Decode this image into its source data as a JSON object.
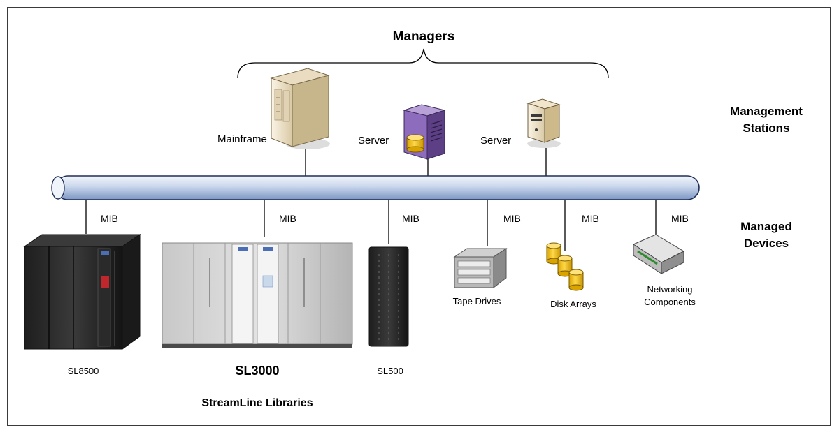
{
  "managers_label": "Managers",
  "management_stations_label": "Management\nStations",
  "managed_devices_label": "Managed\nDevices",
  "stations": [
    {
      "label": "Mainframe",
      "icon": "mainframe-icon"
    },
    {
      "label": "Server",
      "icon": "purple-server-icon"
    },
    {
      "label": "Server",
      "icon": "beige-server-icon"
    }
  ],
  "mib_label": "MIB",
  "devices": [
    {
      "label": "SL8500",
      "icon": "sl8500-library-icon"
    },
    {
      "label": "SL3000",
      "icon": "sl3000-library-icon"
    },
    {
      "label": "SL500",
      "icon": "sl500-library-icon"
    },
    {
      "label": "Tape Drives",
      "icon": "tape-drive-icon"
    },
    {
      "label": "Disk Arrays",
      "icon": "disk-array-icon"
    },
    {
      "label": "Networking\nComponents",
      "icon": "network-switch-icon"
    }
  ],
  "group_label": "StreamLine Libraries",
  "colors": {
    "bus_light": "#e8eef8",
    "bus_dark": "#7d97c4",
    "server_purple": "#7c5aa6",
    "disk_yellow": "#f2c500",
    "line": "#000000"
  }
}
